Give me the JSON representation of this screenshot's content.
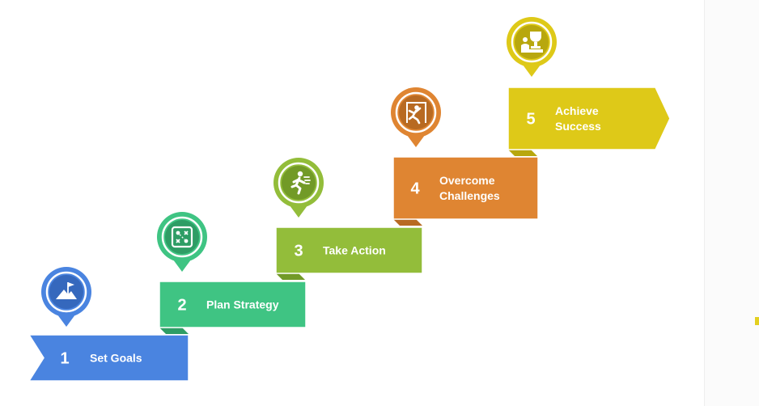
{
  "steps": [
    {
      "number": "1",
      "label_lines": [
        "Set Goals"
      ],
      "icon": "mountain-flag-icon",
      "color": "#4a84e0",
      "dark": "#3568bd"
    },
    {
      "number": "2",
      "label_lines": [
        "Plan Strategy"
      ],
      "icon": "strategy-board-icon",
      "color": "#3fc483",
      "dark": "#2e9d65"
    },
    {
      "number": "3",
      "label_lines": [
        "Take Action"
      ],
      "icon": "running-person-icon",
      "color": "#93bd3a",
      "dark": "#729a27"
    },
    {
      "number": "4",
      "label_lines": [
        "Overcome",
        "Challenges"
      ],
      "icon": "climbing-person-icon",
      "color": "#df8532",
      "dark": "#b86a22"
    },
    {
      "number": "5",
      "label_lines": [
        "Achieve",
        "Success"
      ],
      "icon": "trophy-winner-icon",
      "color": "#dec918",
      "dark": "#b8a70e"
    }
  ]
}
